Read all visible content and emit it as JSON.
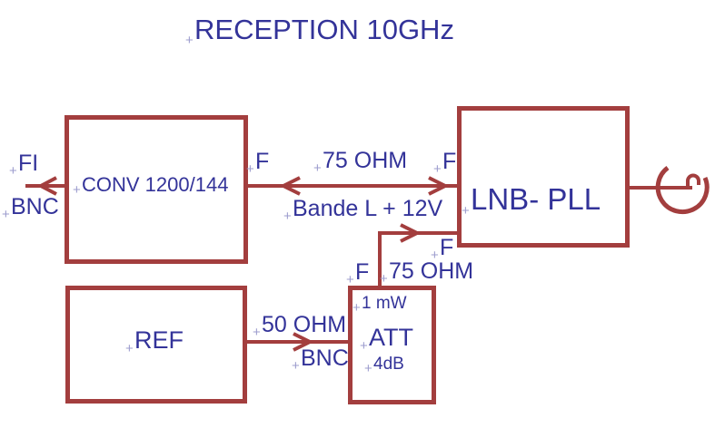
{
  "title": "RECEPTION 10GHz",
  "anchor_marker": "+",
  "colors": {
    "wire": "#a33e3e",
    "text": "#333399",
    "anchor_marker": "#9c9cce",
    "background": "#ffffff"
  },
  "blocks": {
    "conv": {
      "label": "CONV 1200/144"
    },
    "lnb": {
      "label": "LNB- PLL"
    },
    "ref": {
      "label": "REF"
    },
    "att": {
      "label": "ATT",
      "power": "1 mW",
      "attenuation": "4dB"
    }
  },
  "labels": {
    "fi": "FI",
    "bnc_left": "BNC",
    "f_conv_out": "F",
    "ohm75_main": "75 OHM",
    "f_lnb_in": "F",
    "bande_l": "Bande L + 12V",
    "f_lnb_ref_in": "F",
    "f_att_out": "F",
    "ohm75_att": "75 OHM",
    "ohm50": "50 OHM",
    "bnc_ref": "BNC"
  }
}
